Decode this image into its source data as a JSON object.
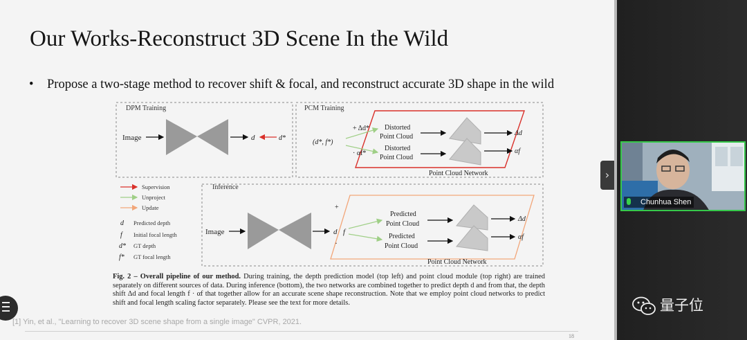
{
  "slide": {
    "title": "Our Works-Reconstruct 3D Scene In the Wild",
    "bullet_marker": "•",
    "bullet": "Propose a two-stage method to recover shift &  focal, and reconstruct accurate 3D shape in the wild",
    "figure": {
      "dpm_title": "DPM Training",
      "pcm_title": "PCM Training",
      "inference_title": "Inference",
      "image_label": "Image",
      "d": "d",
      "d_star": "d*",
      "f": "f",
      "f_star": "f*",
      "input_pair": "(d*, f*)",
      "plus_delta_star": "+ Δd*",
      "dot_alpha_star": "· αf*",
      "plus": "+",
      "dot": "·",
      "distorted_pc": [
        "Distorted",
        "Point Cloud"
      ],
      "predicted_pc": [
        "Predicted",
        "Point Cloud"
      ],
      "delta_d": "Δd",
      "alpha_f": "αf",
      "pc_network": "Point Cloud Network",
      "legend": {
        "supervision": "Supervision",
        "unproject": "Unproject",
        "update": "Update",
        "pred_depth": "Predicted depth",
        "init_focal": "Initial focal length",
        "gt_depth": "GT depth",
        "gt_focal": "GT focal length"
      },
      "colors": {
        "supervision": "#d9302a",
        "unproject": "#9fcf86",
        "update": "#f2a679"
      }
    },
    "caption_bold": "Fig. 2 – Overall pipeline of our method.",
    "caption": " During training, the depth prediction model (top left) and point cloud module (top right) are trained separately on different sources of data. During inference (bottom), the two networks are combined together to predict depth d and from that, the depth shift Δd and focal length f · αf that together allow for an accurate scene shape reconstruction. Note that we employ point cloud networks to predict shift and focal length scaling factor separately. Please see the text for more details.",
    "footnote": "[1] Yin, et al., \"Learning to recover 3D scene shape from a single image\" CVPR, 2021.",
    "page_number": "18"
  },
  "participant": {
    "name": "Chunhua Shen"
  },
  "watermark": {
    "text": "量子位",
    "icon": "wechat-icon"
  },
  "controls": {
    "menu_icon": "menu-icon",
    "collapse_icon": "chevron-right-icon"
  }
}
